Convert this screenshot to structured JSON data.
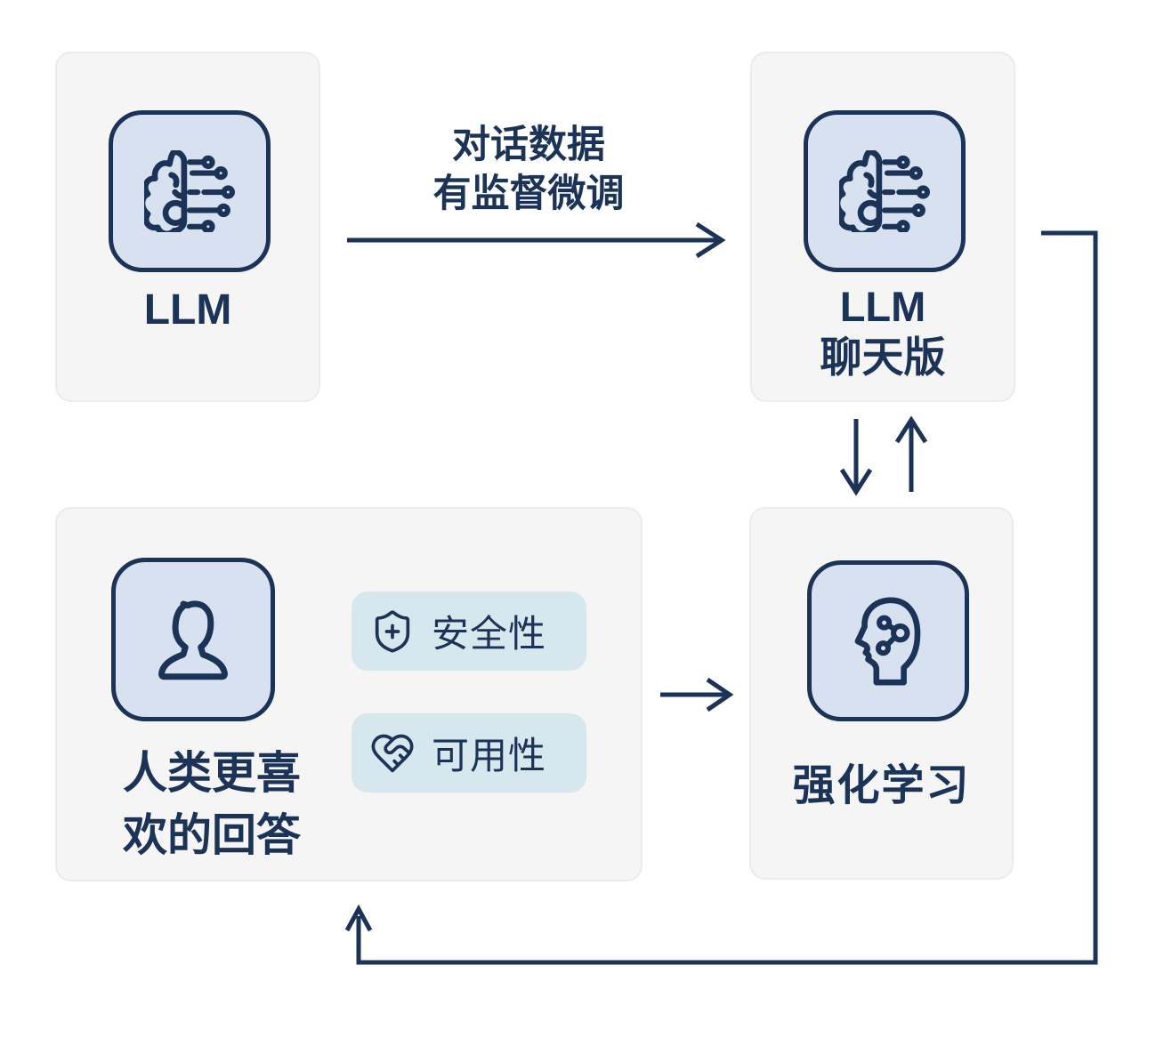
{
  "diagram": {
    "nodes": {
      "llm": {
        "label": "LLM",
        "icon": "brain-circuit-icon"
      },
      "llm_chat": {
        "line1": "LLM",
        "line2": "聊天版",
        "icon": "brain-circuit-icon"
      },
      "human_pref": {
        "line1": "人类更喜",
        "line2": "欢的回答",
        "icon": "person-icon",
        "badges": [
          {
            "label": "安全性",
            "icon": "shield-plus-icon"
          },
          {
            "label": "可用性",
            "icon": "heart-handshake-icon"
          }
        ]
      },
      "rl": {
        "label": "强化学习",
        "icon": "head-network-icon"
      }
    },
    "edges": {
      "sft": {
        "line1": "对话数据",
        "line2": "有监督微调"
      }
    }
  },
  "colors": {
    "navy": "#1b3356",
    "page_bg": "#ffffff",
    "card_bg": "#f5f5f6",
    "card_border": "#ebebed",
    "tile_bg": "#d7e1f0",
    "badge_bg": "#d7e7ee"
  }
}
